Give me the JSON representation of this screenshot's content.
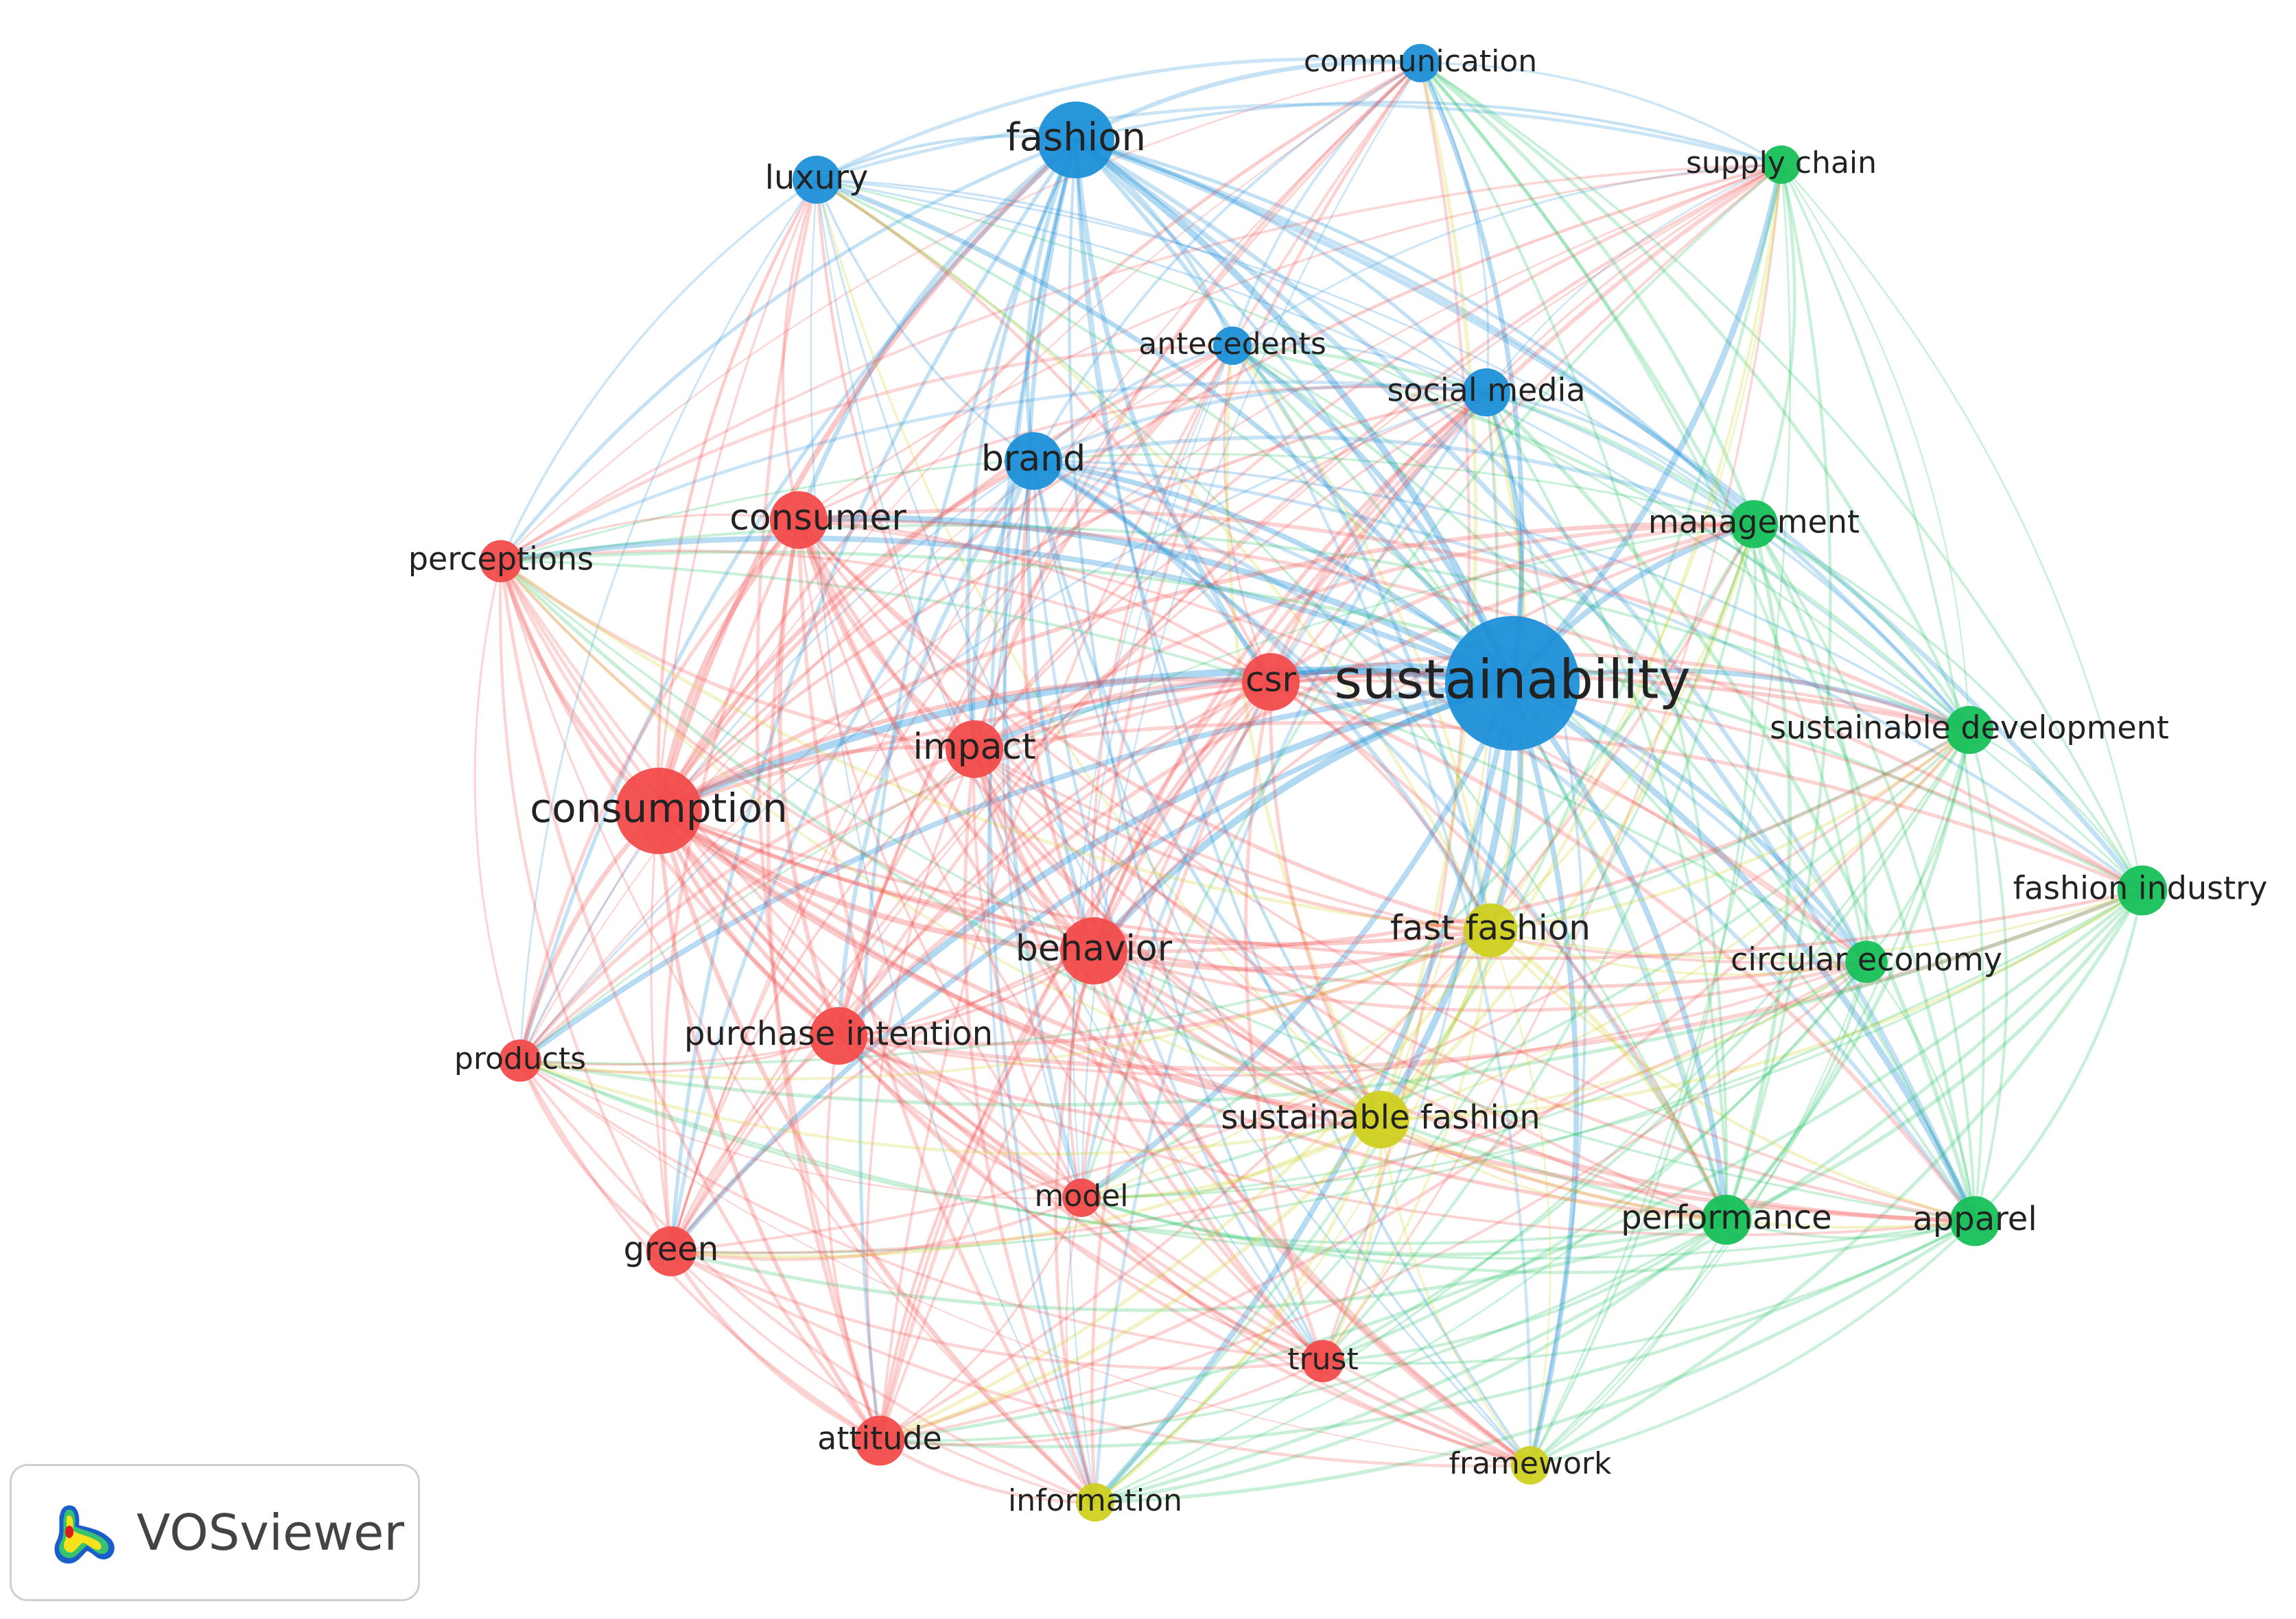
{
  "app": {
    "name": "VOSviewer"
  },
  "clusters": {
    "red": "#f24b4b",
    "blue": "#1e90d8",
    "green": "#17c05a",
    "yellow": "#cfd020"
  },
  "nodes": [
    {
      "id": "fashion",
      "label": "fashion",
      "cluster": "blue",
      "size": 3
    },
    {
      "id": "communication",
      "label": "communication",
      "cluster": "blue",
      "size": 1
    },
    {
      "id": "luxury",
      "label": "luxury",
      "cluster": "blue",
      "size": 1.5
    },
    {
      "id": "antecedents",
      "label": "antecedents",
      "cluster": "blue",
      "size": 1
    },
    {
      "id": "social-media",
      "label": "social media",
      "cluster": "blue",
      "size": 1.5
    },
    {
      "id": "brand",
      "label": "brand",
      "cluster": "blue",
      "size": 2
    },
    {
      "id": "sustainability",
      "label": "sustainability",
      "cluster": "blue",
      "size": 6
    },
    {
      "id": "supply-chain",
      "label": "supply chain",
      "cluster": "green",
      "size": 1
    },
    {
      "id": "management",
      "label": "management",
      "cluster": "green",
      "size": 1.5
    },
    {
      "id": "sustainable-development",
      "label": "sustainable development",
      "cluster": "green",
      "size": 1.5
    },
    {
      "id": "fashion-industry",
      "label": "fashion industry",
      "cluster": "green",
      "size": 1.6
    },
    {
      "id": "circular-economy",
      "label": "circular economy",
      "cluster": "green",
      "size": 1.2
    },
    {
      "id": "performance",
      "label": "performance",
      "cluster": "green",
      "size": 1.6
    },
    {
      "id": "apparel",
      "label": "apparel",
      "cluster": "green",
      "size": 1.6
    },
    {
      "id": "consumer",
      "label": "consumer",
      "cluster": "red",
      "size": 2
    },
    {
      "id": "perceptions",
      "label": "perceptions",
      "cluster": "red",
      "size": 1.2
    },
    {
      "id": "csr",
      "label": "csr",
      "cluster": "red",
      "size": 2
    },
    {
      "id": "impact",
      "label": "impact",
      "cluster": "red",
      "size": 2
    },
    {
      "id": "consumption",
      "label": "consumption",
      "cluster": "red",
      "size": 3.5
    },
    {
      "id": "behavior",
      "label": "behavior",
      "cluster": "red",
      "size": 2.5
    },
    {
      "id": "purchase-intention",
      "label": "purchase intention",
      "cluster": "red",
      "size": 2
    },
    {
      "id": "products",
      "label": "products",
      "cluster": "red",
      "size": 1.2
    },
    {
      "id": "model",
      "label": "model",
      "cluster": "red",
      "size": 1
    },
    {
      "id": "green",
      "label": "green",
      "cluster": "red",
      "size": 1.6
    },
    {
      "id": "trust",
      "label": "trust",
      "cluster": "red",
      "size": 1.2
    },
    {
      "id": "attitude",
      "label": "attitude",
      "cluster": "red",
      "size": 1.6
    },
    {
      "id": "fast-fashion",
      "label": "fast fashion",
      "cluster": "yellow",
      "size": 1.8
    },
    {
      "id": "sustainable-fashion",
      "label": "sustainable fashion",
      "cluster": "yellow",
      "size": 2
    },
    {
      "id": "framework",
      "label": "framework",
      "cluster": "yellow",
      "size": 1
    },
    {
      "id": "information",
      "label": "information",
      "cluster": "yellow",
      "size": 1
    }
  ]
}
